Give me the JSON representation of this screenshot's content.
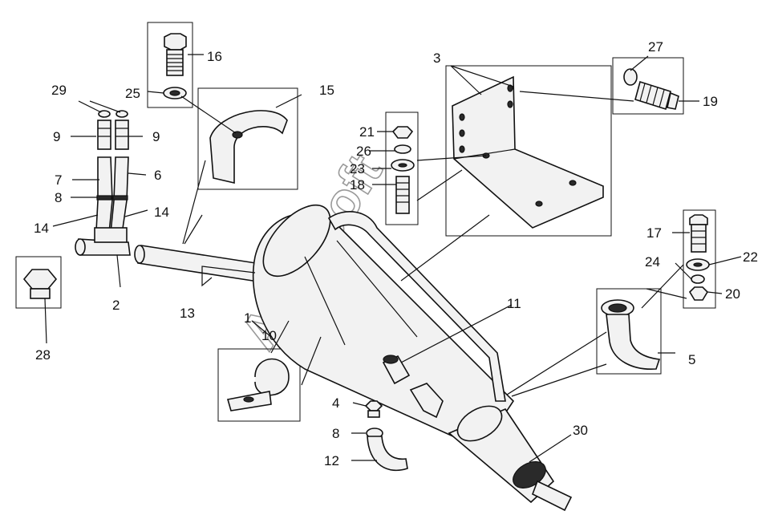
{
  "labels": {
    "l1": "1",
    "l2": "2",
    "l3": "3",
    "l4": "4",
    "l5": "5",
    "l6": "6",
    "l7": "7",
    "l8a": "8",
    "l8b": "8",
    "l9a": "9",
    "l9b": "9",
    "l10": "10",
    "l11": "11",
    "l12": "12",
    "l13": "13",
    "l14a": "14",
    "l14b": "14",
    "l15": "15",
    "l16": "16",
    "l17": "17",
    "l18": "18",
    "l19": "19",
    "l20": "20",
    "l21": "21",
    "l22": "22",
    "l23": "23",
    "l24": "24",
    "l25": "25",
    "l26": "26",
    "l27": "27",
    "l28": "28",
    "l29": "29",
    "l30": "30"
  },
  "watermark": "AutoSoft"
}
